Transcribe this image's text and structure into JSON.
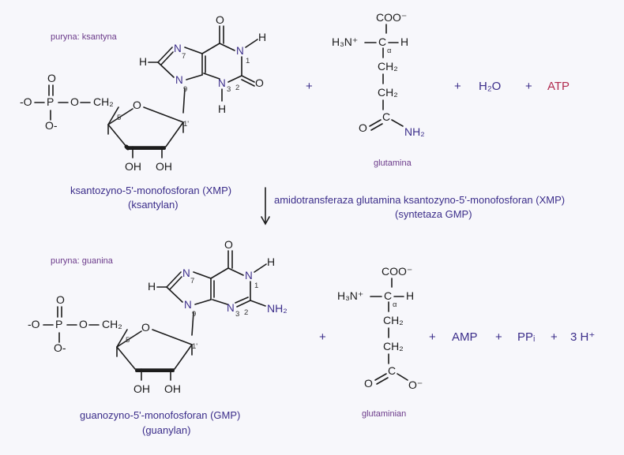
{
  "top": {
    "purine_label": "puryna: ksantyna",
    "xmp_name": "ksantozyno-5'-monofosforan (XMP)",
    "xmp_trivial": "(ksantylan)",
    "glutamine_name": "glutamina",
    "plus1": "+",
    "plus2": "+",
    "plus3": "+",
    "water": "H₂O",
    "atp": "ATP"
  },
  "enzyme": {
    "name": "amidotransferaza glutamina ksantozyno-5'-monofosforan (XMP)",
    "alt": "(syntetaza GMP)"
  },
  "bottom": {
    "purine_label": "puryna: guanina",
    "gmp_name": "guanozyno-5'-monofosforan (GMP)",
    "gmp_trivial": "(guanylan)",
    "glutamate_name": "glutaminian",
    "plus1": "+",
    "plus2": "+",
    "plus3": "+",
    "plus4": "+",
    "amp": "AMP",
    "ppi": "PPᵢ",
    "h": "3 H⁺"
  },
  "atoms": {
    "O": "O",
    "OH": "OH",
    "H": "H",
    "N": "N",
    "P": "P",
    "O_minus": "-O",
    "O_minus2": "O-",
    "CH2": "CH₂",
    "COO": "COO⁻",
    "H3N": "H₃N⁺",
    "C": "C",
    "NH2": "NH₂",
    "O_minus_carbox": "O⁻",
    "alpha": "α",
    "n1": "1",
    "n2": "2",
    "n3": "3",
    "n7": "7",
    "n9": "9",
    "p5": "5'",
    "p1": "1'"
  }
}
